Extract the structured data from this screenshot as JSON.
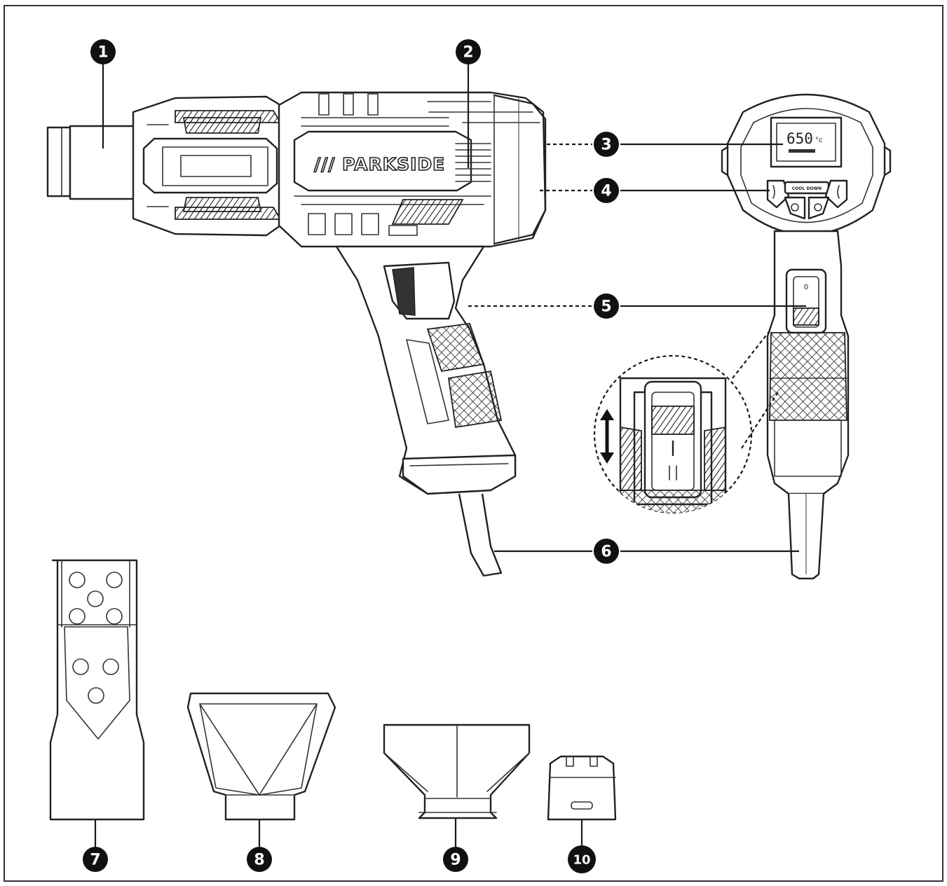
{
  "brand_logo": "/// PARKSIDE",
  "display": {
    "temperature": "650",
    "unit": "°c"
  },
  "control_panel": {
    "cool_button": "COOL DOWN"
  },
  "switch": {
    "off_mark": "0",
    "on_mark": "I",
    "pos2_mark": "II"
  },
  "callouts": [
    "1",
    "2",
    "3",
    "4",
    "5",
    "6",
    "7",
    "8",
    "9",
    "10"
  ]
}
